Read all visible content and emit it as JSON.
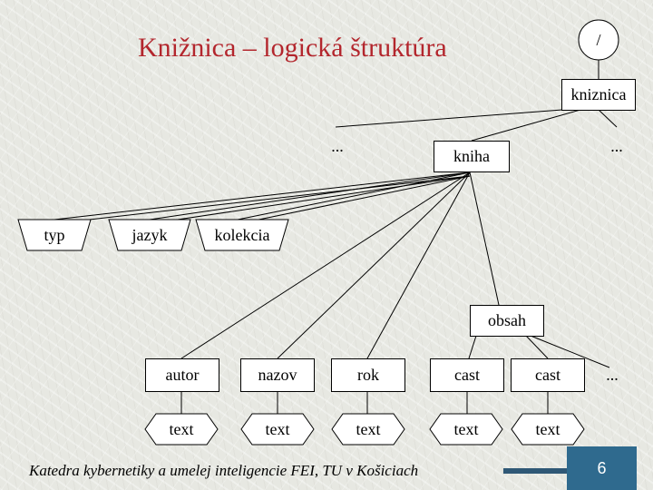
{
  "title": "Knižnica – logická štruktúra",
  "nodes": {
    "root": "/",
    "kniznica": "kniznica",
    "ellipsis_left": "...",
    "ellipsis_right": "...",
    "kniha": "kniha",
    "typ": "typ",
    "jazyk": "jazyk",
    "kolekcia": "kolekcia",
    "obsah": "obsah",
    "autor": "autor",
    "nazov": "nazov",
    "rok": "rok",
    "cast1": "cast",
    "cast2": "cast",
    "ellipsis_cast": "...",
    "text_autor": "text",
    "text_nazov": "text",
    "text_rok": "text",
    "text_cast1": "text",
    "text_cast2": "text"
  },
  "footer": {
    "institution": "Katedra kybernetiky a umelej inteligencie FEI, TU v Košiciach",
    "page_number": "6"
  }
}
